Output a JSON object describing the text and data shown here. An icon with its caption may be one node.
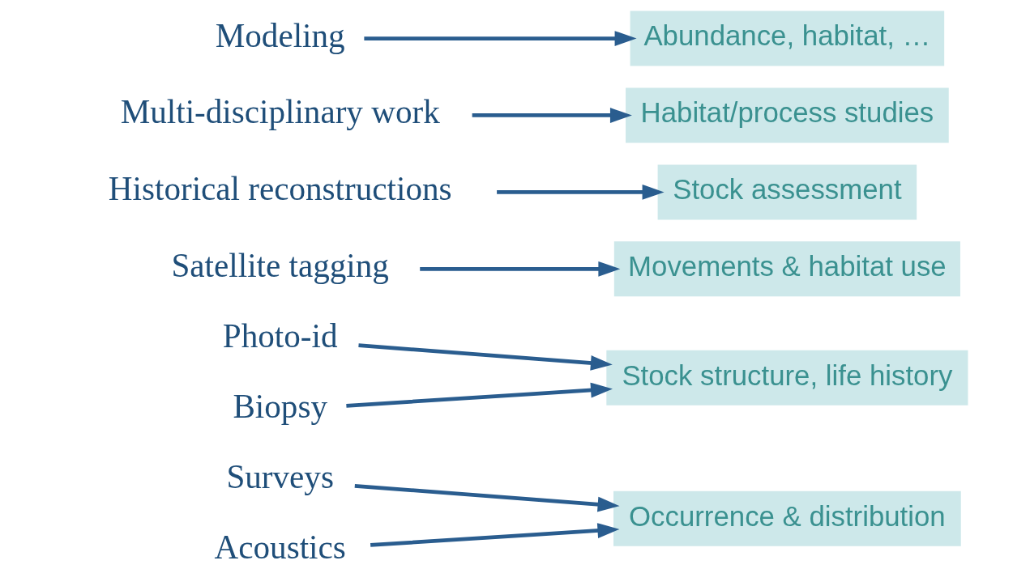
{
  "diagram": {
    "nodes": [
      {
        "text": [
          "Surveys"
        ]
      },
      {
        "text": [
          "Acoustics"
        ]
      },
      {
        "text": [
          "Photo-id"
        ]
      },
      {
        "text": [
          "Biopsy"
        ]
      },
      {
        "text": [
          "Satellite tagging"
        ]
      },
      {
        "text": [
          "Historical reconstructions"
        ]
      },
      {
        "text": [
          "Multi-disciplinary work"
        ]
      },
      {
        "text": [
          "Modeling"
        ]
      },
      {
        "text": [
          "Occurrence & distribution"
        ]
      },
      {
        "text": [
          "Stock structure, life history"
        ]
      },
      {
        "text": [
          "Movements & habitat use"
        ]
      },
      {
        "text": [
          "Stock assessment"
        ]
      },
      {
        "text": [
          "Habitat/process studies"
        ]
      },
      {
        "text": [
          "Abundance, habitat, …"
        ]
      }
    ],
    "edges": [
      {
        "from": 0,
        "to": 8,
        "arrow": "to"
      },
      {
        "from": 1,
        "to": 8,
        "arrow": "to"
      },
      {
        "from": 2,
        "to": 9,
        "arrow": "to"
      },
      {
        "from": 3,
        "to": 9,
        "arrow": "to"
      },
      {
        "from": 4,
        "to": 10,
        "arrow": "to"
      },
      {
        "from": 5,
        "to": 11,
        "arrow": "to"
      },
      {
        "from": 6,
        "to": 12,
        "arrow": "to"
      },
      {
        "from": 7,
        "to": 13,
        "arrow": "to"
      }
    ]
  }
}
